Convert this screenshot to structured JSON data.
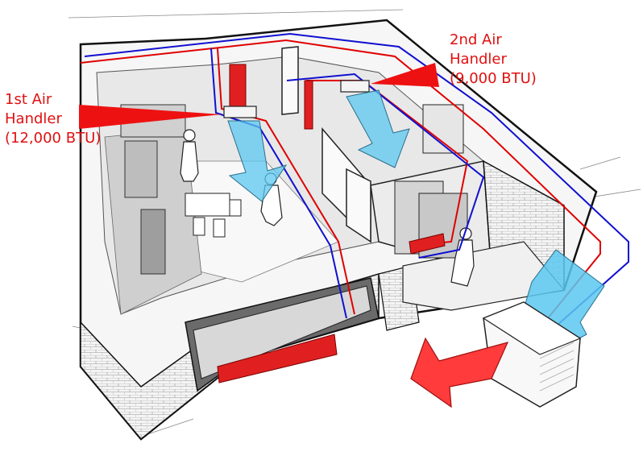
{
  "labels": {
    "first_handler": {
      "line1": "1st Air",
      "line2": "Handler",
      "line3": "(12,000 BTU)"
    },
    "second_handler": {
      "line1": "2nd Air",
      "line2": "Handler",
      "line3": "(9,000 BTU)"
    }
  },
  "colors": {
    "label_text": "#e01010",
    "warm_arrow": "#ff3b3b",
    "cool_air": "#5bc8f0",
    "supply_pipe": "#e00000",
    "return_pipe": "#1010d0",
    "wall_line": "#111111",
    "floor_gray": "#d6d6d6"
  }
}
